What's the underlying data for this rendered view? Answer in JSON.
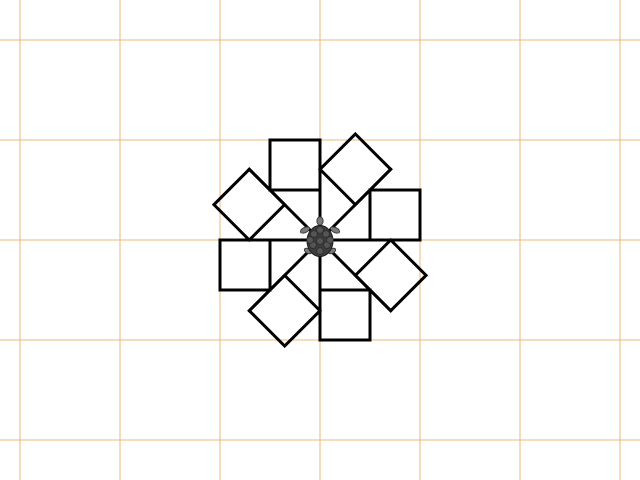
{
  "canvas": {
    "background": "#ffffff",
    "grid_color": "#e8b87a",
    "line_color": "#000000"
  },
  "drawing": {
    "shape": "square-flag",
    "flag_count": 8,
    "heading_step_degrees": 45,
    "turtle_heading_degrees": 90
  },
  "turtle": {
    "icon": "turtle-icon",
    "shell_color": "#3c3c3c",
    "skin_color": "#7a7a7a"
  }
}
